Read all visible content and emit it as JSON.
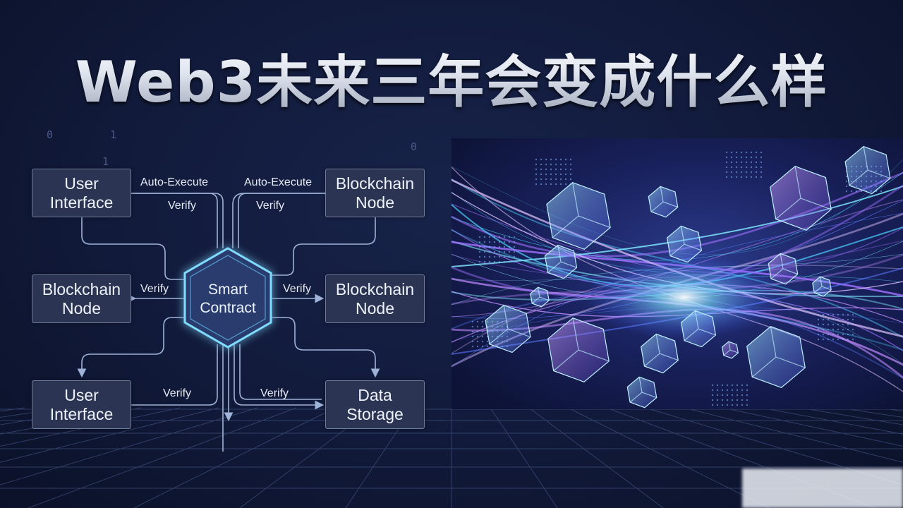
{
  "title": "Web3未来三年会变成什么样",
  "diagram": {
    "center": {
      "label": "Smart\nContract"
    },
    "nodes": {
      "top_left": "User\nInterface",
      "top_right": "Blockchain\nNode",
      "mid_left": "Blockchain\nNode",
      "mid_right": "Blockchain\nNode",
      "bottom_left": "User\nInterface",
      "bottom_right": "Data\nStorage"
    },
    "edge_labels": {
      "auto_execute_left": "Auto-Execute",
      "verify_top_left": "Verify",
      "auto_execute_right": "Auto-Execute",
      "verify_top_right": "Verify",
      "verify_mid_left": "Verify",
      "verify_mid_right": "Verify",
      "verify_bottom_left": "Verify",
      "verify_bottom_right": "Verify"
    },
    "binary_digits": [
      "0",
      "1",
      "1",
      "0"
    ]
  },
  "colors": {
    "background": "#111a3a",
    "node_fill": "#2b3553",
    "node_border": "#6f7d9c",
    "connector": "#9fb2d8",
    "hex_glow": "#6fd4ff",
    "grid": "#4d5f93",
    "art_cyan": "#4fd0ff",
    "art_purple": "#a070ff"
  },
  "icons": {
    "hexagon": "smart-contract-hexagon",
    "art": "abstract-crystal-network"
  }
}
